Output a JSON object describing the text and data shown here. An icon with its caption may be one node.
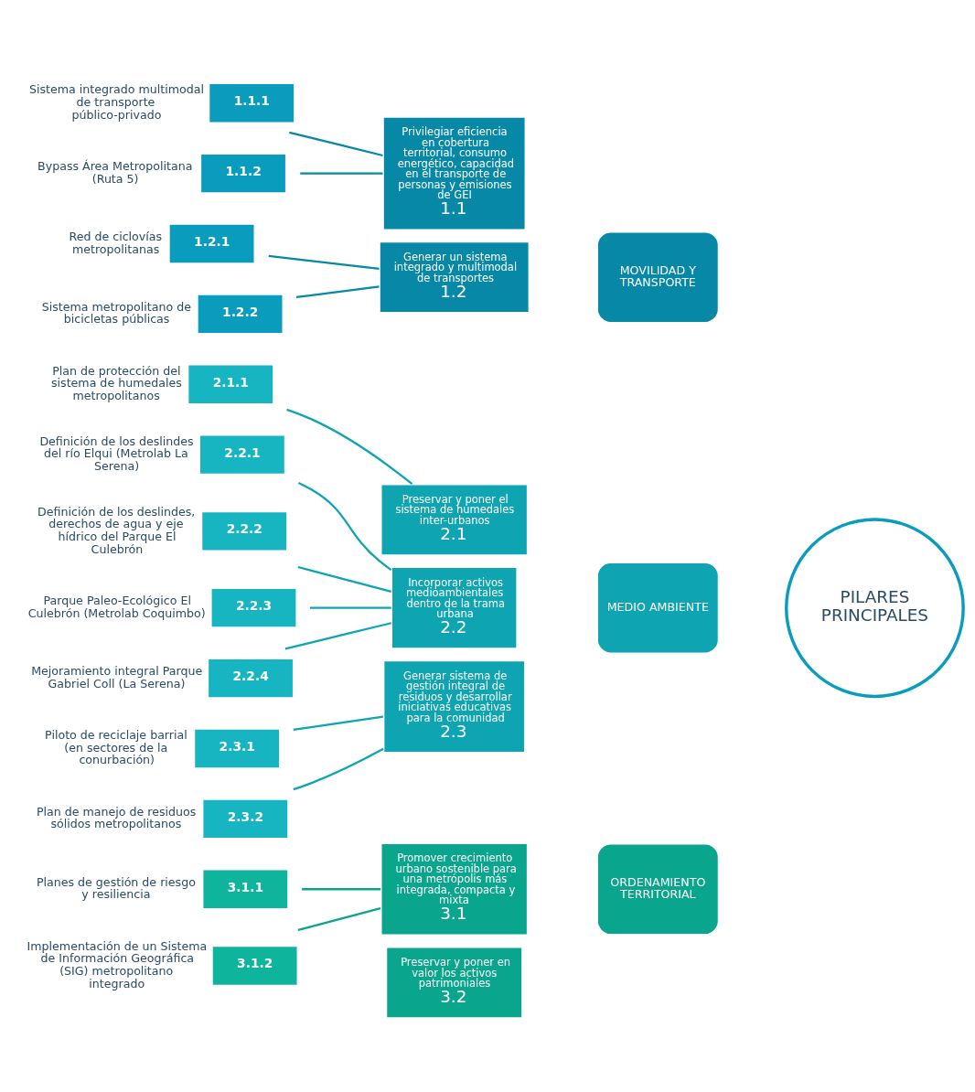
{
  "diagram": {
    "nodes": [
      {
        "text": [
          "PILARES PRINCIPALES"
        ]
      },
      {
        "text": [
          "MOVILIDAD Y TRANSPORTE"
        ]
      },
      {
        "text": [
          "MEDIO AMBIENTE"
        ]
      },
      {
        "text": [
          "ORDENAMIENTO TERRITORIAL"
        ]
      },
      {
        "text": [
          "Privilegiar eficiencia en cobertura territorial, consumo energético, capacidad en el transporte de personas y emisiones de GEI",
          "1.1"
        ]
      },
      {
        "text": [
          "Generar un sistema integrado y multimodal de transportes",
          "1.2"
        ]
      },
      {
        "text": [
          "Preservar y poner el sistema de humedales inter-urbanos",
          "2.1"
        ]
      },
      {
        "text": [
          "Incorporar activos medioambientales dentro de la trama urbana",
          "2.2"
        ]
      },
      {
        "text": [
          "Generar sistema de gestión integral de residuos y desarrollar iniciativas educativas para la comunidad",
          "2.3"
        ]
      },
      {
        "text": [
          "Promover crecimiento urbano sostenible para una metrópolis más integrada, compacta y mixta",
          "3.1"
        ]
      },
      {
        "text": [
          "Preservar y poner en valor los activos patrimoniales",
          "3.2"
        ]
      },
      {
        "text": [
          "1.1.1"
        ],
        "beside": [
          "Sistema integrado multimodal de transporte público-privado"
        ]
      },
      {
        "text": [
          "1.1.2"
        ],
        "beside": [
          "Bypass Área Metropolitana (Ruta 5)"
        ]
      },
      {
        "text": [
          "1.2.1"
        ],
        "beside": [
          "Red de ciclovías metropolitanas"
        ]
      },
      {
        "text": [
          "1.2.2"
        ],
        "beside": [
          "Sistema metropolitano de bicicletas públicas"
        ]
      },
      {
        "text": [
          "2.1.1"
        ],
        "beside": [
          "Plan de protección del sistema de humedales metropolitanos"
        ]
      },
      {
        "text": [
          "2.2.1"
        ],
        "beside": [
          "Definición de los deslindes del río Elqui (Metrolab La Serena)"
        ]
      },
      {
        "text": [
          "2.2.2"
        ],
        "beside": [
          "Definición de los deslindes, derechos de agua y eje hídrico del Parque El Culebrón"
        ]
      },
      {
        "text": [
          "2.2.3"
        ],
        "beside": [
          "Parque Paleo-Ecológico El Culebrón (Metrolab Coquimbo)"
        ]
      },
      {
        "text": [
          "2.2.4"
        ],
        "beside": [
          "Mejoramiento integral Parque Gabriel Coll (La Serena)"
        ]
      },
      {
        "text": [
          "2.3.1"
        ],
        "beside": [
          "Piloto de reciclaje barrial (en sectores de la conurbación)"
        ]
      },
      {
        "text": [
          "2.3.2"
        ],
        "beside": [
          "Plan de manejo de residuos sólidos metropolitanos"
        ]
      },
      {
        "text": [
          "3.1.1"
        ],
        "beside": [
          "Planes de gestión de riesgo y resiliencia"
        ]
      },
      {
        "text": [
          "3.1.2"
        ],
        "beside": [
          "Implementación de un Sistema de Información Geográfica (SIG) metropolitano integrado"
        ]
      }
    ],
    "edges": [
      {
        "from": 11,
        "to": 4,
        "arrow": "none"
      },
      {
        "from": 12,
        "to": 4,
        "arrow": "none"
      },
      {
        "from": 13,
        "to": 5,
        "arrow": "none"
      },
      {
        "from": 14,
        "to": 5,
        "arrow": "none"
      },
      {
        "from": 15,
        "to": 6,
        "arrow": "none"
      },
      {
        "from": 16,
        "to": 7,
        "arrow": "none"
      },
      {
        "from": 17,
        "to": 7,
        "arrow": "none"
      },
      {
        "from": 18,
        "to": 7,
        "arrow": "none"
      },
      {
        "from": 19,
        "to": 7,
        "arrow": "none"
      },
      {
        "from": 20,
        "to": 8,
        "arrow": "none"
      },
      {
        "from": 21,
        "to": 8,
        "arrow": "none"
      },
      {
        "from": 22,
        "to": 9,
        "arrow": "none"
      },
      {
        "from": 23,
        "to": 9,
        "arrow": "none"
      }
    ]
  }
}
